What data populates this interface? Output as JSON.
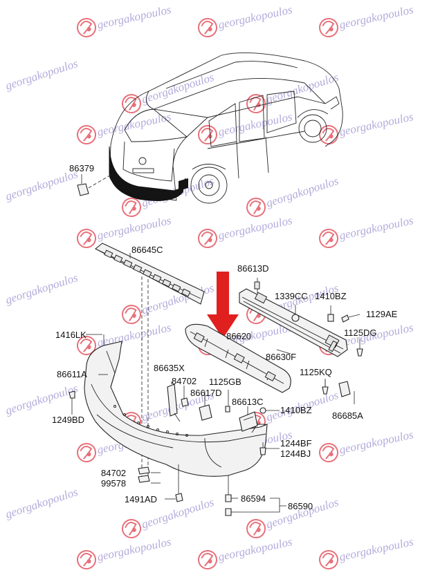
{
  "watermark": {
    "text": "georgakopoulos",
    "color": "#9a8fd0",
    "logo_color": "#e8707a"
  },
  "labels": {
    "l86379": "86379",
    "l86645C": "86645C",
    "l86613D": "86613D",
    "l1339CC": "1339CC",
    "l1410BZ_a": "1410BZ",
    "l1129AE": "1129AE",
    "l1416LK": "1416LK",
    "l86620": "86620",
    "l1125DG": "1125DG",
    "l86611A": "86611A",
    "l86630F": "86630F",
    "l86635X": "86635X",
    "l84702_a": "84702",
    "l1125GB": "1125GB",
    "l1125KQ": "1125KQ",
    "l86617D": "86617D",
    "l86613C": "86613C",
    "l1249BD": "1249BD",
    "l1410BZ_b": "1410BZ",
    "l86685A": "86685A",
    "l1244BF": "1244BF",
    "l1244BJ": "1244BJ",
    "l84702_b": "84702",
    "l99578": "99578",
    "l1491AD": "1491AD",
    "l86594": "86594",
    "l86590": "86590"
  },
  "arrow_color": "#e0201e"
}
